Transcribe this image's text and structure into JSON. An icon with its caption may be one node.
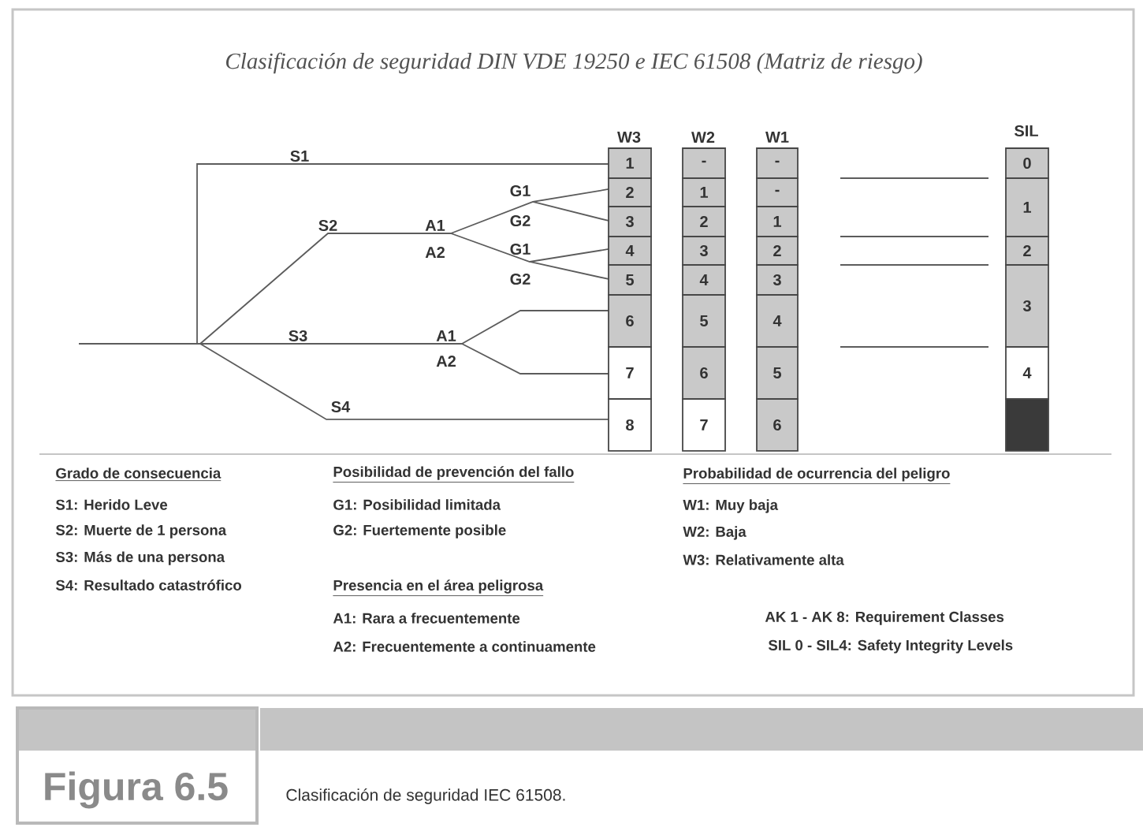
{
  "diagram": {
    "title": "Clasificación de seguridad DIN VDE 19250 e IEC 61508 (Matriz de riesgo)",
    "caption": "Clasificación de seguridad IEC 61508.",
    "nodes": [
      {
        "text": [
          "1"
        ]
      },
      {
        "text": [
          "2"
        ]
      },
      {
        "text": [
          "3"
        ]
      },
      {
        "text": [
          "4"
        ]
      },
      {
        "text": [
          "5"
        ]
      },
      {
        "text": [
          "6"
        ]
      },
      {
        "text": [
          "7"
        ]
      },
      {
        "text": [
          "8"
        ]
      },
      {
        "text": [
          "-"
        ]
      },
      {
        "text": [
          "1"
        ]
      },
      {
        "text": [
          "2"
        ]
      },
      {
        "text": [
          "3"
        ]
      },
      {
        "text": [
          "4"
        ]
      },
      {
        "text": [
          "5"
        ]
      },
      {
        "text": [
          "6"
        ]
      },
      {
        "text": [
          "7"
        ]
      },
      {
        "text": [
          "-"
        ]
      },
      {
        "text": [
          "-"
        ]
      },
      {
        "text": [
          "1"
        ]
      },
      {
        "text": [
          "2"
        ]
      },
      {
        "text": [
          "3"
        ]
      },
      {
        "text": [
          "4"
        ]
      },
      {
        "text": [
          "5"
        ]
      },
      {
        "text": [
          "6"
        ]
      },
      {
        "text": [
          "0"
        ]
      },
      {
        "text": [
          "1"
        ]
      },
      {
        "text": [
          "2"
        ]
      },
      {
        "text": [
          "3"
        ]
      },
      {
        "text": [
          "4"
        ]
      },
      {
        "text": [],
        "shape": "box"
      }
    ],
    "labels": [
      "W3",
      "W2",
      "W1",
      "SIL",
      "S1",
      "G1",
      "S2",
      "A1",
      "G2",
      "A2",
      "G1",
      "G2",
      "S3",
      "A1",
      "A2",
      "S4",
      "Grado de consecuencia",
      "Posibilidad de prevención del fallo",
      "Probabilidad de ocurrencia del peligro",
      "S1: Herido Leve",
      "G1: Posibilidad limitada",
      "W1: Muy baja",
      "S2: Muerte de 1 persona",
      "G2: Fuertemente posible",
      "W2: Baja",
      "S3: Más de una persona",
      "W3: Relativamente alta",
      "S4: Resultado catastrófico",
      "Presencia en el área peligrosa",
      "A1: Rara a frecuentemente",
      "AK 1 - AK 8: Requirement Classes",
      "A2: Frecuentemente a continuamente",
      "SIL 0 - SIL4: Safety Integrity Levels",
      "Figura 6.5"
    ]
  }
}
